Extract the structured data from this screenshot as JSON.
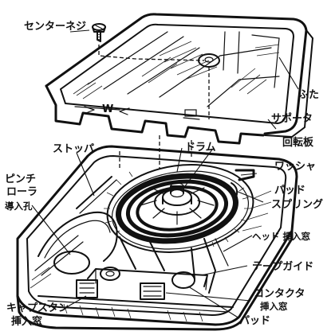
{
  "labels": {
    "center_screw": "センターネジ",
    "lid": "ふた",
    "w_mark": "W",
    "supporter": "サポータ",
    "drum": "ドラム",
    "rotating_plate": "回転板",
    "stopper": "ストッパ",
    "washer": "ワッシャ",
    "pinch_roller_1": "ピンチ",
    "pinch_roller_2": "ローラ",
    "pinch_roller_3": "導入孔",
    "pad_spring_1": "パッド",
    "pad_spring_2": "スプリング",
    "head_window": "ヘッド 挿入窓",
    "tape_guide": "テープガイド",
    "contactor_1": "コンタクタ",
    "contactor_2": "挿入窓",
    "capstan_1": "キャプスタン",
    "capstan_2": "挿入窓",
    "pad": "パッド"
  }
}
